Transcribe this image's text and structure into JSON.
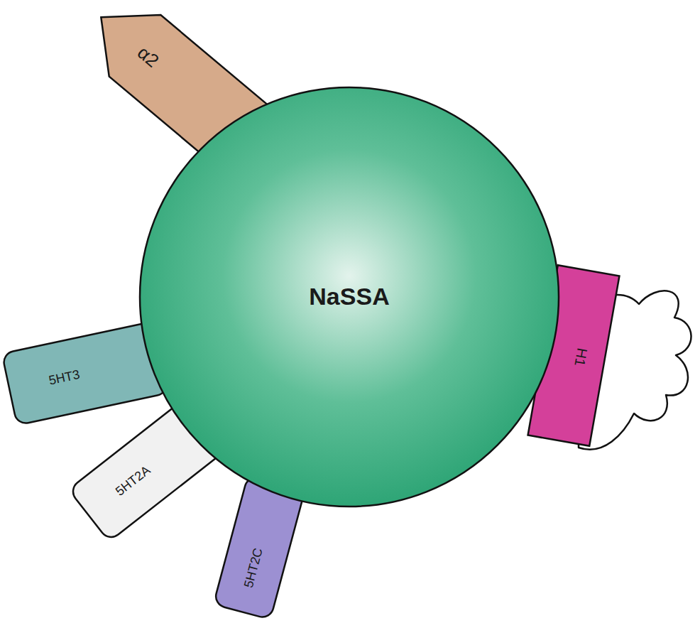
{
  "diagram": {
    "nodes": [
      {
        "text": [
          "α2"
        ]
      },
      {
        "text": [
          "NaSSA"
        ]
      },
      {
        "text": [
          "H1"
        ]
      },
      {
        "text": [
          "5HT3"
        ]
      },
      {
        "text": [
          "5HT2A"
        ]
      },
      {
        "text": [
          "5HT2C"
        ]
      }
    ]
  }
}
